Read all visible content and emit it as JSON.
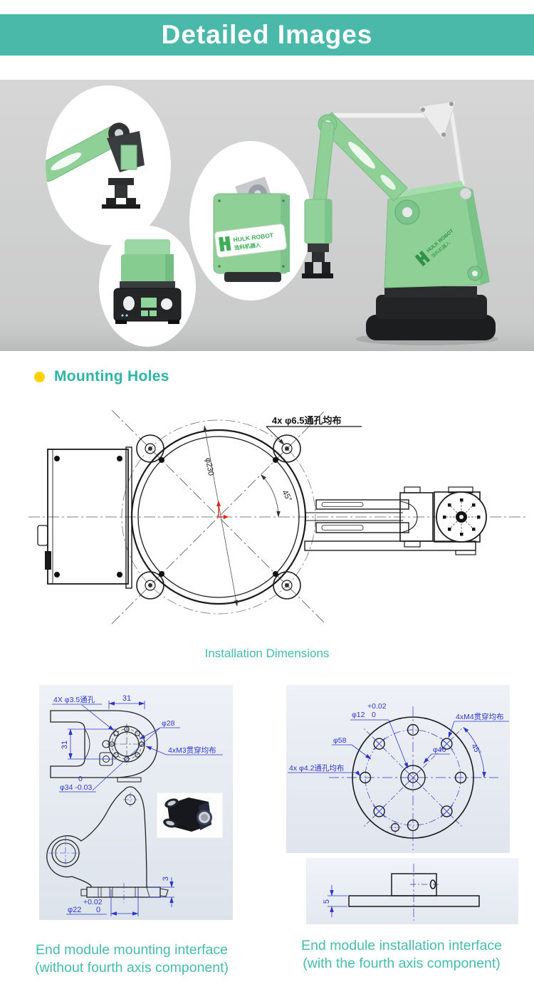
{
  "header": {
    "title": "Detailed Images"
  },
  "gallery": {
    "logo_en": "HULK ROBOT",
    "logo_cn": "浩科机器人"
  },
  "mounting": {
    "title": "Mounting Holes"
  },
  "topview": {
    "holes_label": "4x φ6.5通孔均布",
    "dia_label": "φ230",
    "angle_label": "45°"
  },
  "caption_installation": "Installation Dimensions",
  "left_panel": {
    "holes_label": "4X φ3.5通孔",
    "dim_top": "31",
    "dim_left": "31",
    "d28": "φ28",
    "m3_label": "4xM3贯穿均布",
    "tol_zero": "0",
    "d34": "φ34 -0.03",
    "dim_3": "3",
    "tol_plus": "+0.02",
    "d22": "φ22",
    "d22_zero": "0"
  },
  "right_panel": {
    "tol_plus": "+0.02",
    "tol_zero": "0",
    "d12": "φ12",
    "m4_label": "4xM4贯穿均布",
    "angle_label": "45°",
    "d58": "φ58",
    "d46": "φ46",
    "holes42_label": "4x φ4.2通孔均布",
    "dim_5": "5"
  },
  "captions": {
    "left_line1": "End module mounting interface",
    "left_line2": "(without fourth axis component)",
    "right_line1": "End module installation interface",
    "right_line2": "(with the fourth axis component)"
  },
  "colors": {
    "accent_teal": "#4ab9a9",
    "text_teal": "#3ab8a6",
    "bullet_yellow": "#ffd200",
    "cad_blue": "#2d35cf",
    "robot_green": "#8ed095"
  }
}
